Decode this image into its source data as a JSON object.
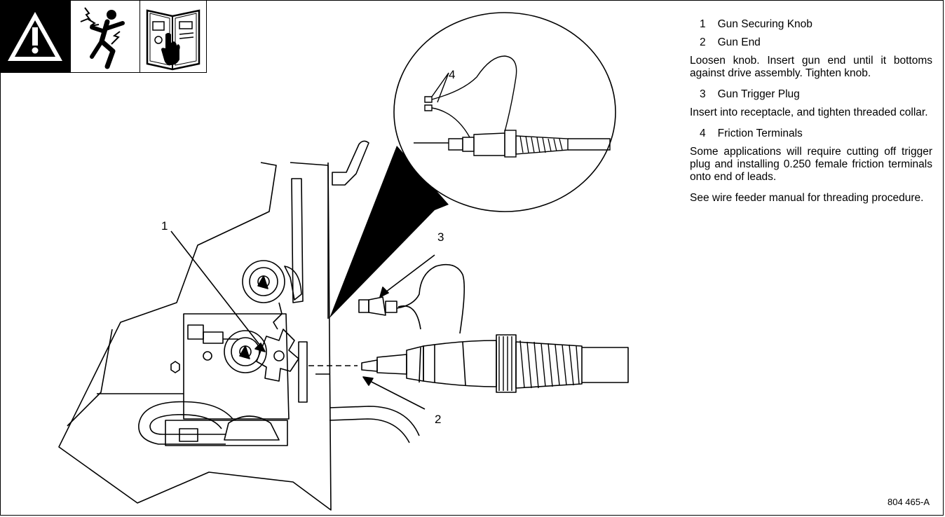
{
  "callouts": {
    "c1": "1",
    "c2": "2",
    "c3": "3",
    "c4": "4"
  },
  "notes": {
    "item1": {
      "num": "1",
      "label": "Gun Securing Knob"
    },
    "item2": {
      "num": "2",
      "label": "Gun End"
    },
    "para1": "Loosen knob. Insert gun end until it bottoms against drive assembly. Tighten knob.",
    "item3": {
      "num": "3",
      "label": "Gun Trigger Plug"
    },
    "para2": "Insert into receptacle, and tighten threaded collar.",
    "item4": {
      "num": "4",
      "label": "Friction Terminals"
    },
    "para3": "Some applications will require cutting off trigger plug and installing 0.250 female friction terminals onto end of leads.",
    "para4": "See wire feeder manual for threading procedure."
  },
  "part_number": "804 465-A",
  "icons": [
    "warning-triangle-icon",
    "electric-shock-icon",
    "read-manual-icon"
  ],
  "colors": {
    "ink": "#000000",
    "paper": "#ffffff",
    "shade": "#9a9a9a"
  }
}
